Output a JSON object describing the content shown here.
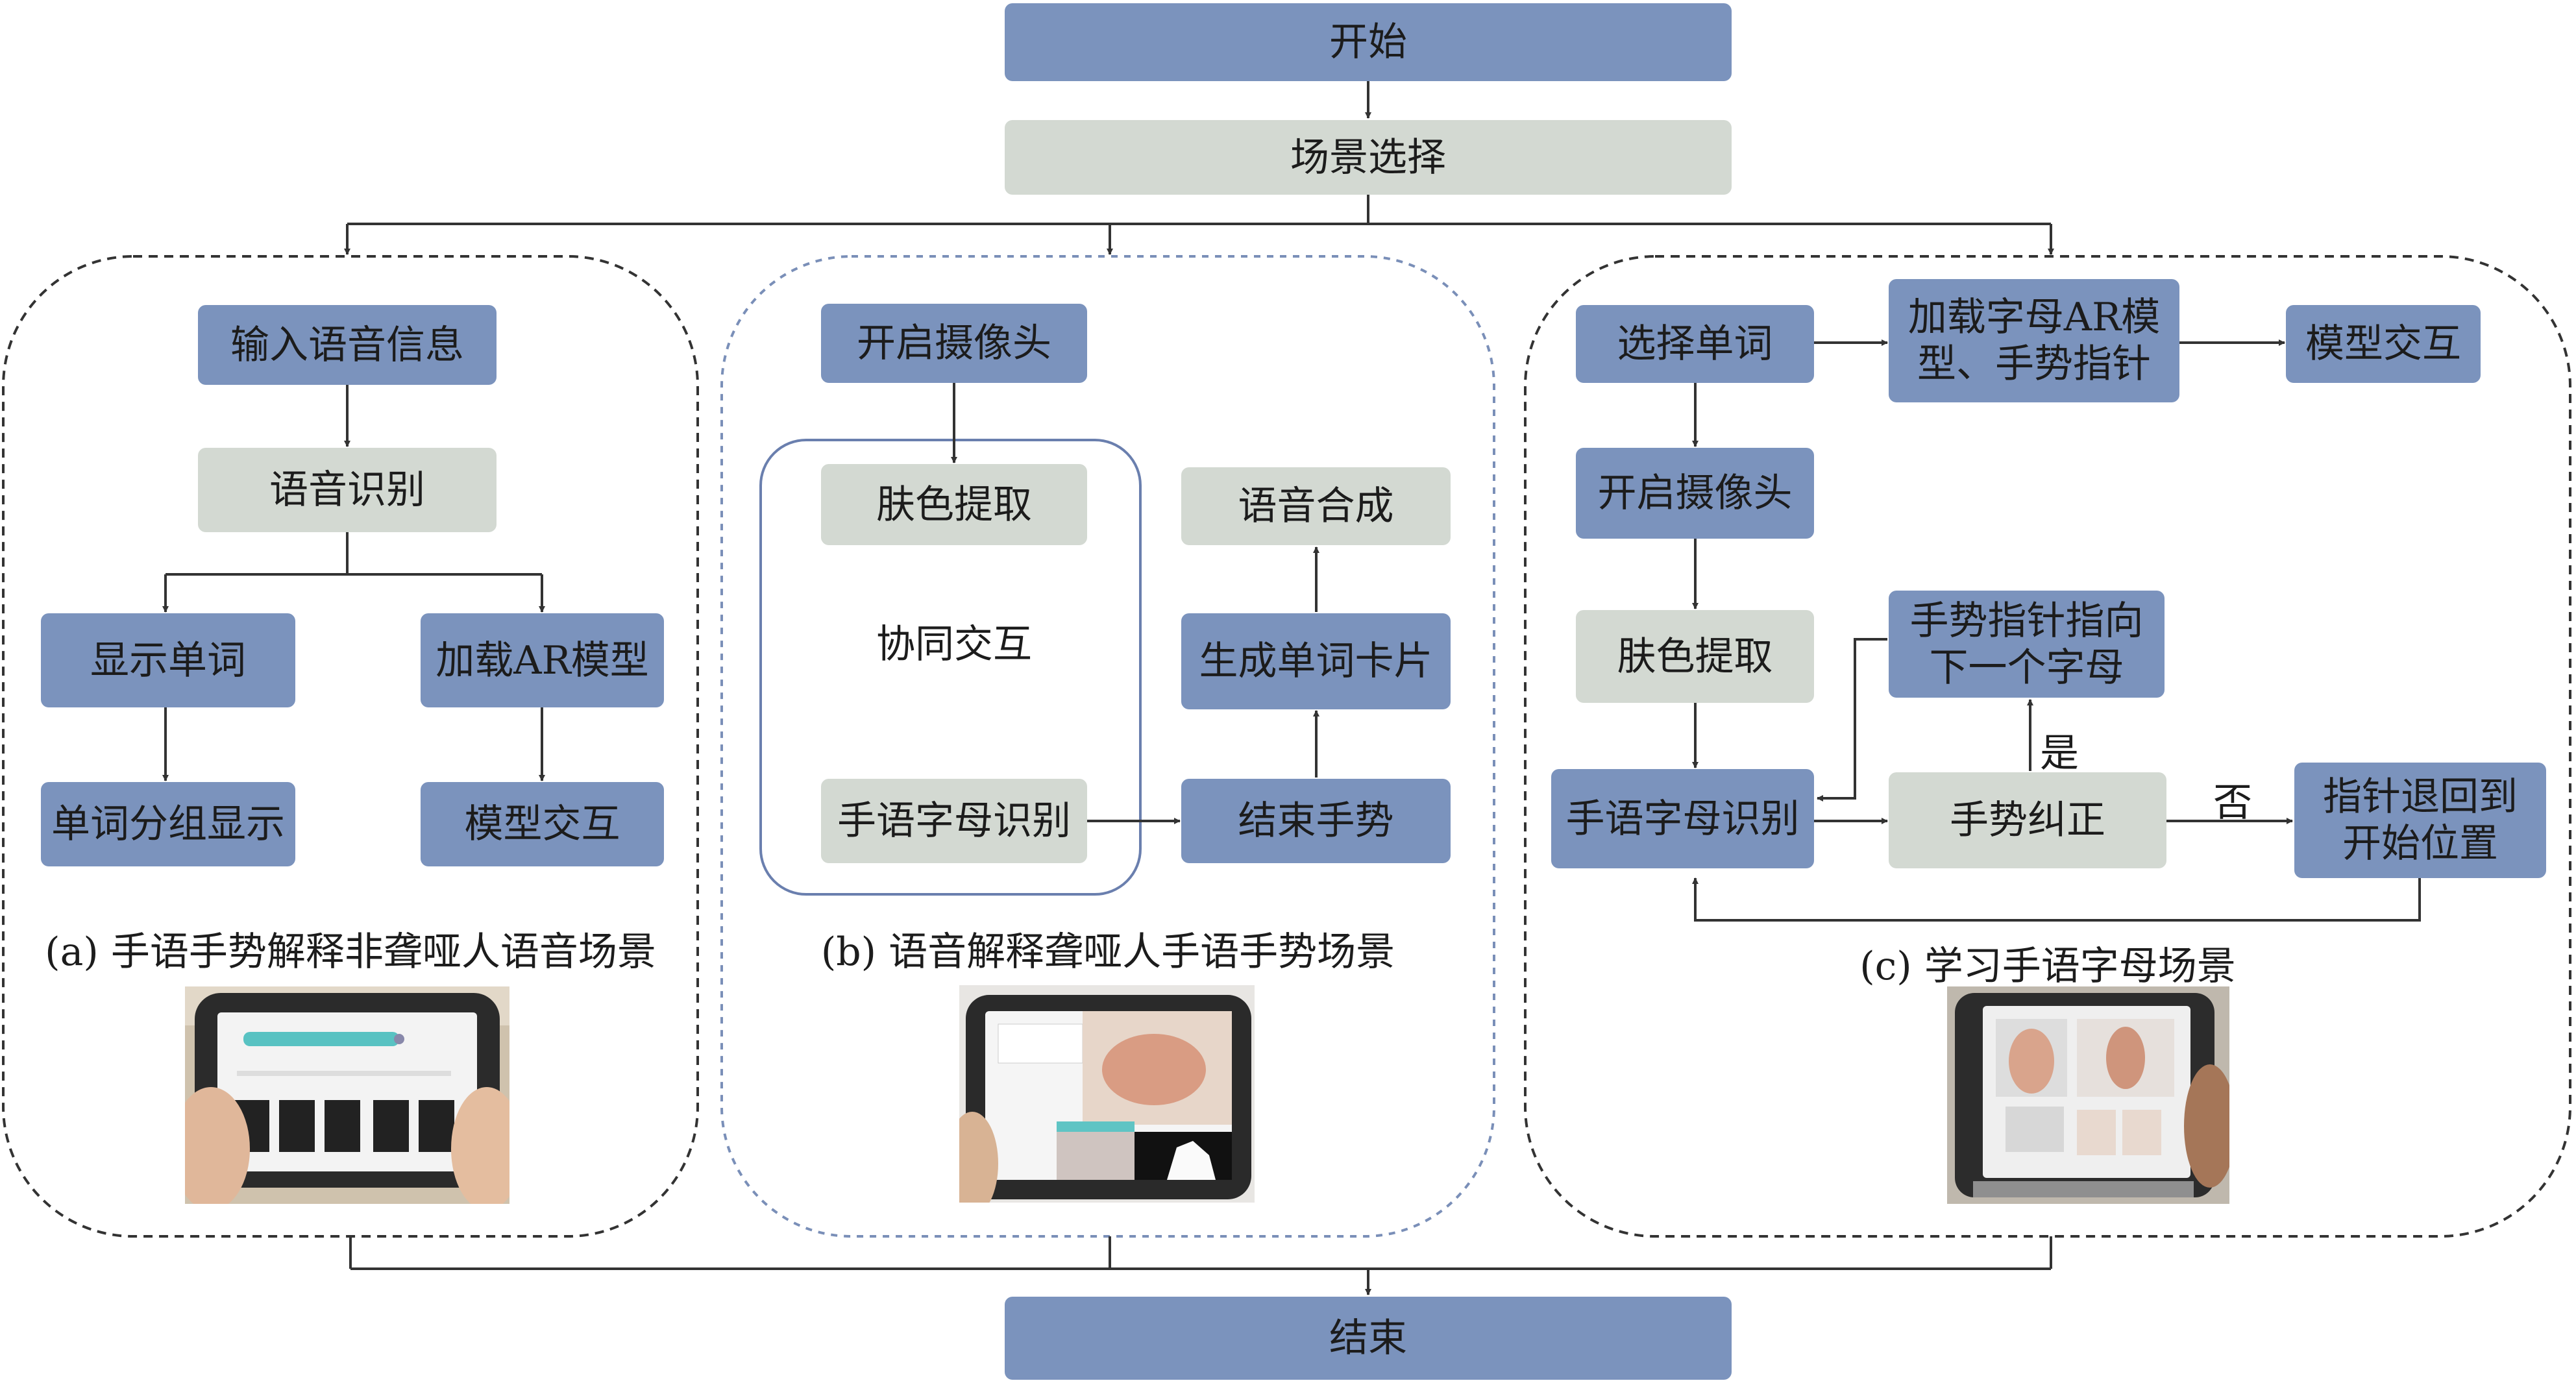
{
  "nodes": {
    "start": "开始",
    "scene_select": "场景选择",
    "end": "结束",
    "a_input_voice": "输入语音信息",
    "a_voice_recog": "语音识别",
    "a_show_word": "显示单词",
    "a_load_ar": "加载AR模型",
    "a_word_group": "单词分组显示",
    "a_model_interact": "模型交互",
    "b_open_camera": "开启摄像头",
    "b_skin_extract": "肤色提取",
    "b_cooperate": "协同交互",
    "b_alpha_recog": "手语字母识别",
    "b_end_gesture": "结束手势",
    "b_word_card": "生成单词卡片",
    "b_speech_synth": "语音合成",
    "c_select_word": "选择单词",
    "c_load_letter_ar": "加载字母AR模\n型、手势指针",
    "c_model_interact": "模型交互",
    "c_open_camera": "开启摄像头",
    "c_pointer_next": "手势指针指向\n下一个字母",
    "c_skin_extract": "肤色提取",
    "c_alpha_recog": "手语字母识别",
    "c_gesture_correct": "手势纠正",
    "c_pointer_reset": "指针退回到\n开始位置"
  },
  "edge_labels": {
    "yes": "是",
    "no": "否"
  },
  "captions": {
    "a": "(a) 手语手势解释非聋哑人语音场景",
    "b": "(b) 语音解释聋哑人手语手势场景",
    "c": "(c) 学习手语字母场景"
  },
  "colors": {
    "process_blue": "#7b93bd",
    "process_gray": "#d3d9d2",
    "line": "#333333"
  }
}
